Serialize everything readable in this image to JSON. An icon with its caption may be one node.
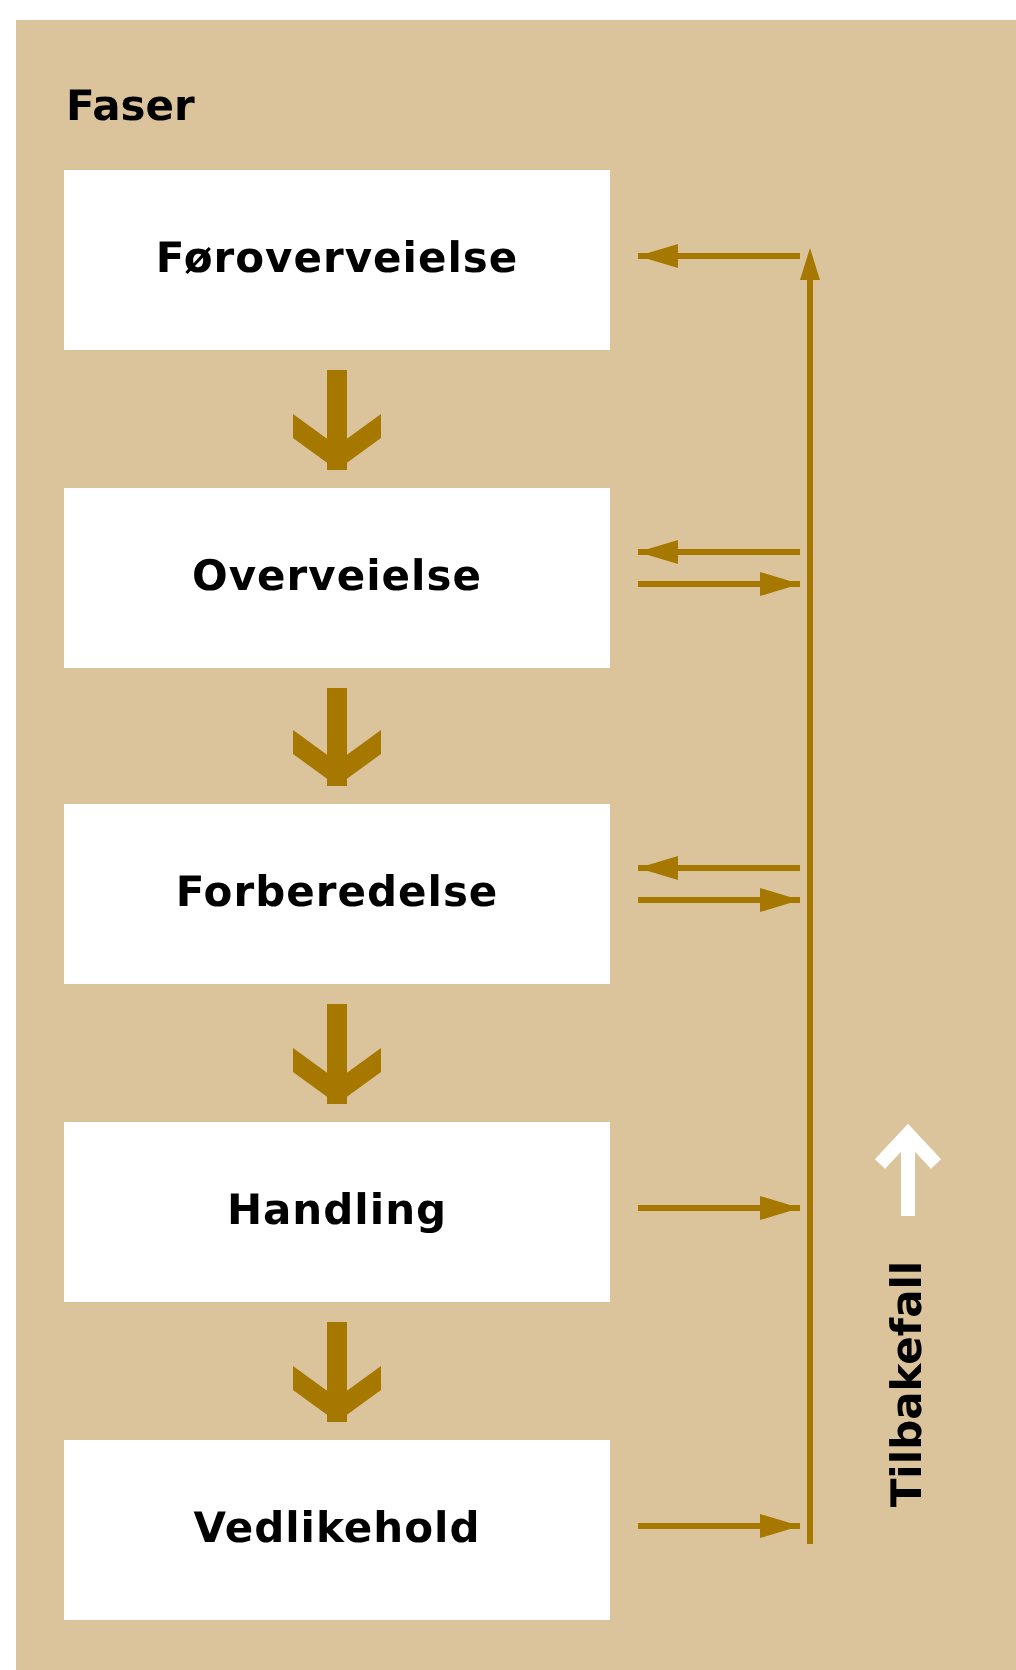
{
  "diagram": {
    "nodes": [
      {
        "text": [
          "Faser"
        ]
      },
      {
        "text": [
          "Føroverveielse"
        ],
        "in": 0
      },
      {
        "text": [
          "Overveielse"
        ],
        "in": 0
      },
      {
        "text": [
          "Forberedelse"
        ],
        "in": 0
      },
      {
        "text": [
          "Handling"
        ],
        "in": 0
      },
      {
        "text": [
          "Vedlikehold"
        ],
        "in": 0
      },
      {
        "text": [],
        "shape": "bar",
        "in": 0,
        "beside": [
          "Tilbakefall"
        ]
      }
    ],
    "edges": [
      {
        "from": 1,
        "to": 2,
        "arrow": "to",
        "style": "thick"
      },
      {
        "from": 2,
        "to": 3,
        "arrow": "to",
        "style": "thick"
      },
      {
        "from": 3,
        "to": 4,
        "arrow": "to",
        "style": "thick"
      },
      {
        "from": 4,
        "to": 5,
        "arrow": "to",
        "style": "thick"
      },
      {
        "from": 6,
        "to": 1,
        "arrow": "to"
      },
      {
        "from": 6,
        "to": 2,
        "arrow": "to"
      },
      {
        "from": 2,
        "to": 6,
        "arrow": "to"
      },
      {
        "from": 6,
        "to": 3,
        "arrow": "to"
      },
      {
        "from": 3,
        "to": 6,
        "arrow": "to"
      },
      {
        "from": 4,
        "to": 6,
        "arrow": "to"
      },
      {
        "from": 5,
        "to": 6,
        "arrow": "to"
      }
    ]
  }
}
